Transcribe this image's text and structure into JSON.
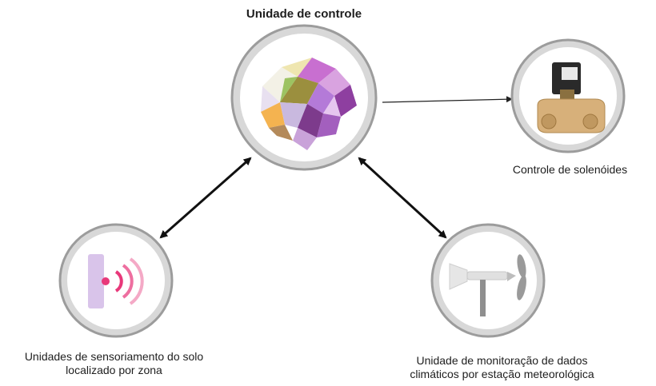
{
  "diagram": {
    "control_unit_label": "Unidade de controle",
    "solenoid_label": "Controle de solenóides",
    "soil_label": [
      "Unidades de sensoriamento do solo",
      "localizado por zona"
    ],
    "weather_label": [
      "Unidade de monitoração de dados",
      "climáticos por estação meteorológica"
    ]
  },
  "colors": {
    "ring_outer": "#9c9c9c",
    "ring_inner": "#d8d8d8",
    "arrow": "#111111",
    "brain_purple": "#b07ad6",
    "signal_pink": "#e8387a",
    "sensor_lavender": "#d9c4ea",
    "valve_brass": "#d7b07a"
  },
  "icons": {
    "control": "brain-icon",
    "solenoid": "solenoid-valve-icon",
    "soil": "soil-sensor-signal-icon",
    "weather": "wind-turbine-weather-station-icon"
  }
}
